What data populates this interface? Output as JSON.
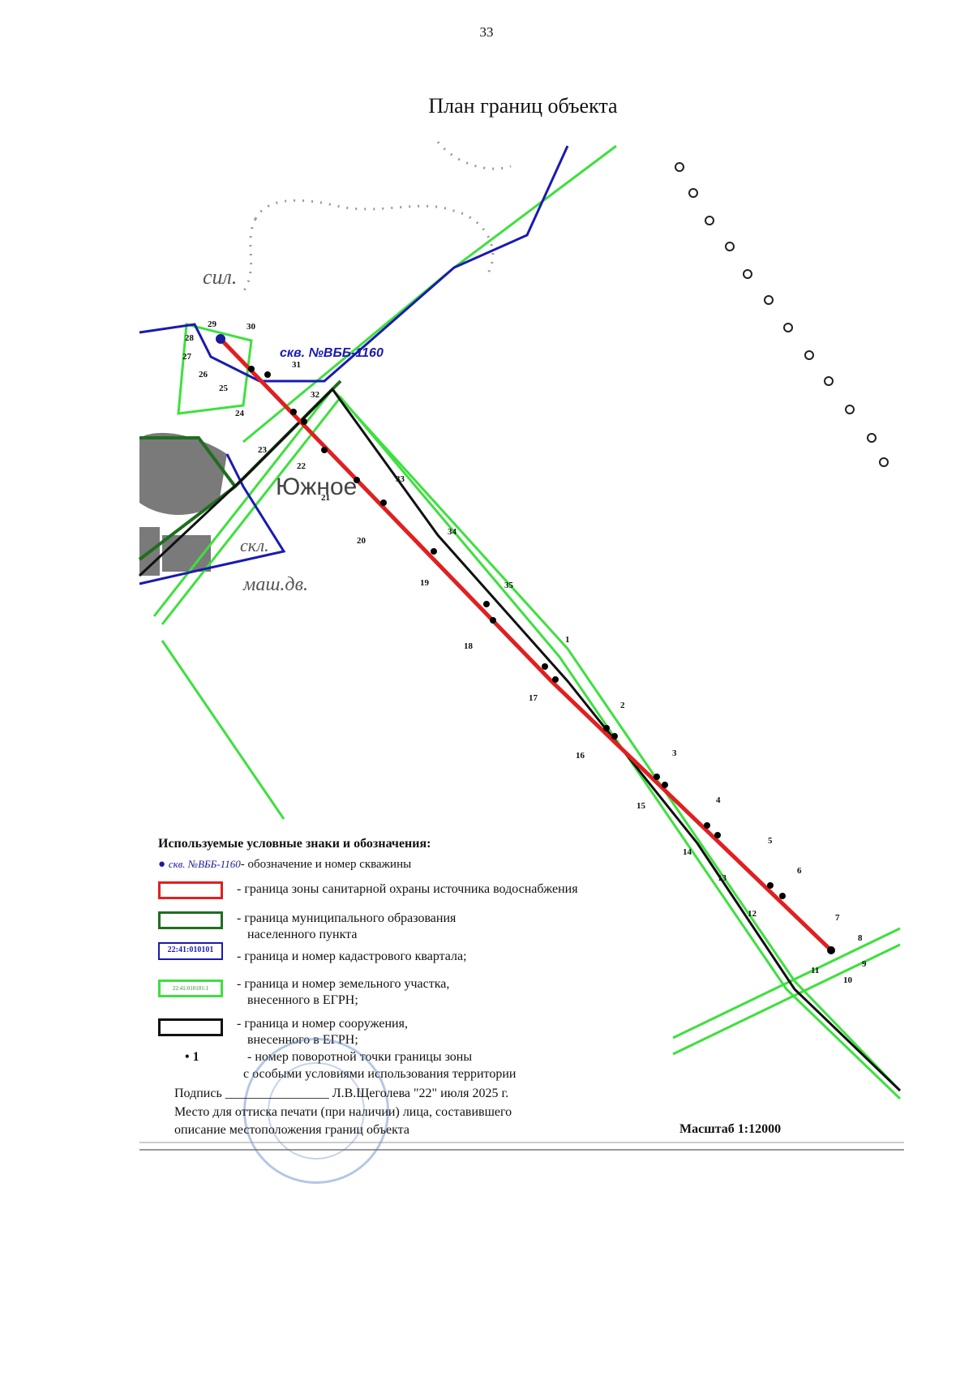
{
  "page_number": "33",
  "title": "План границ объекта",
  "map": {
    "well_label": "скв. №ВББ-1160",
    "place_labels": [
      "Южное",
      "сил.",
      "маш.дв.",
      "скл."
    ],
    "point_labels": [
      "1",
      "2",
      "3",
      "4",
      "5",
      "6",
      "7",
      "8",
      "9",
      "10",
      "11",
      "12",
      "13",
      "14",
      "15",
      "16",
      "17",
      "18",
      "19",
      "20",
      "21",
      "22",
      "23",
      "24",
      "25",
      "26",
      "27",
      "28",
      "29",
      "30",
      "31",
      "32",
      "33",
      "34",
      "35"
    ],
    "colors": {
      "zone_boundary": "#e02020",
      "municipal_boundary": "#1f6e1f",
      "cadastral_quarter": "#1a1ab0",
      "land_plot": "#3ee03e",
      "structure": "#111111"
    }
  },
  "legend": {
    "title": "Используемые условные знаки и обозначения:",
    "well_code": "скв. №ВББ-1160",
    "well_text": "- обозначение и номер скважины",
    "zone": "- граница зоны санитарной охраны источника водоснабжения",
    "municipal_1": "- граница муниципального образования",
    "municipal_2": "населенного пункта",
    "quarter_code": "22:41:010101",
    "quarter": "- граница и номер кадастрового квартала;",
    "plot_code": "22:41:010101:1",
    "plot_1": "- граница и номер земельного участка,",
    "plot_2": "внесенного в ЕГРН;",
    "structure_1": "- граница и номер сооружения,",
    "structure_2": "внесенного в ЕГРН;",
    "point_sample": "1",
    "point_1": "- номер поворотной точки границы зоны",
    "point_2": "с особыми условиями использования территории"
  },
  "signature": {
    "line1": "Подпись ________________ Л.В.Щеголева \"22\" июля 2025 г.",
    "line2": "Место для оттиска печати (при наличии) лица, составившего",
    "line3": "описание местоположения границ объекта"
  },
  "scale": "Масштаб 1:12000"
}
